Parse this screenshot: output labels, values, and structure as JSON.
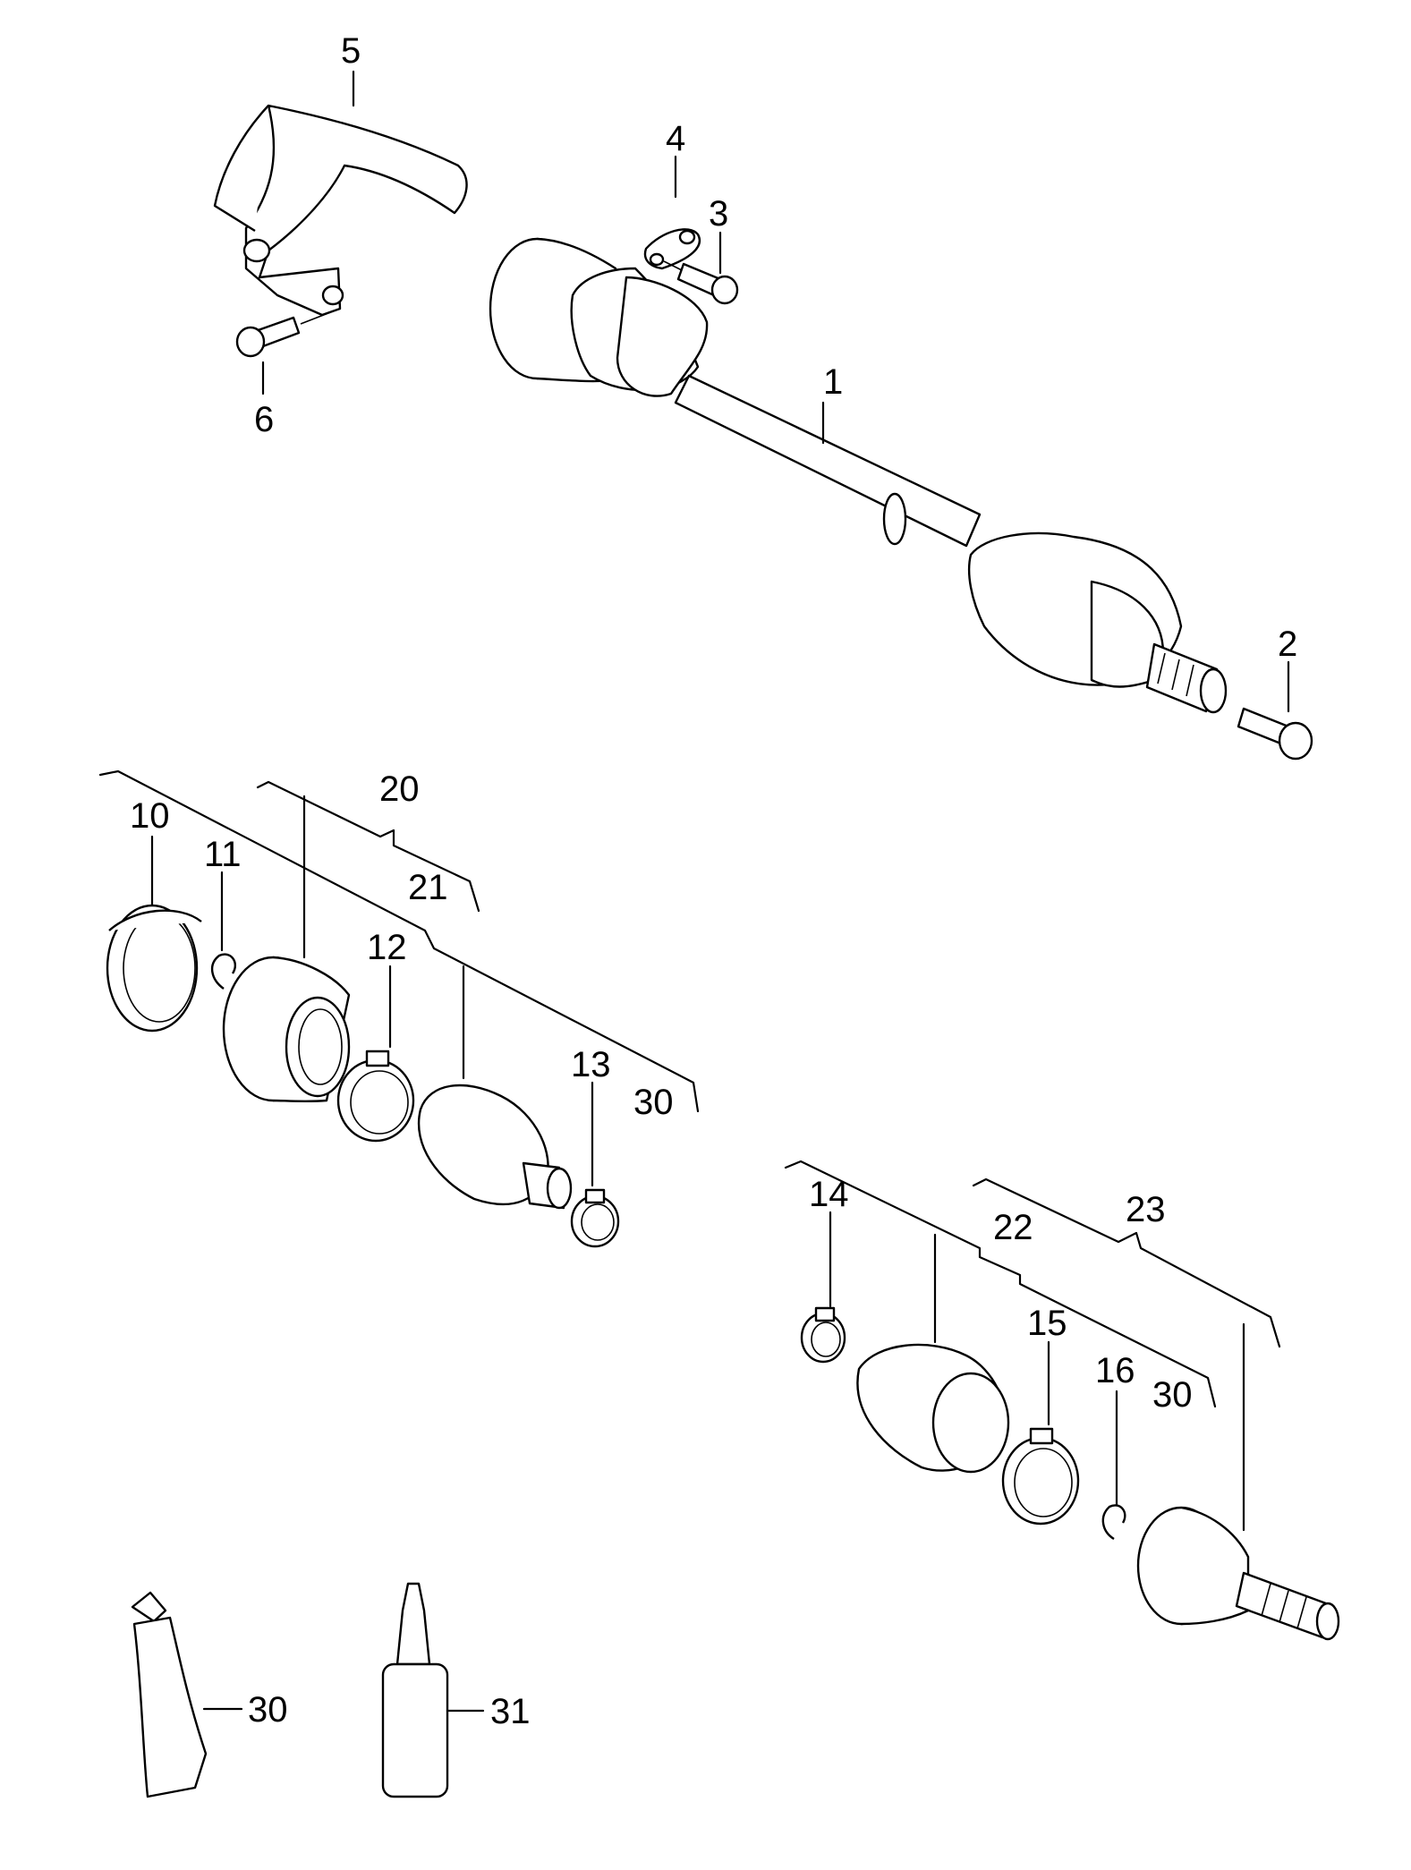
{
  "diagram": {
    "callouts": {
      "c1": "1",
      "c2": "2",
      "c3": "3",
      "c4": "4",
      "c5": "5",
      "c6": "6",
      "c10": "10",
      "c11": "11",
      "c12": "12",
      "c13": "13",
      "c14": "14",
      "c15": "15",
      "c16": "16",
      "c20": "20",
      "c21": "21",
      "c22": "22",
      "c23": "23",
      "c30a": "30",
      "c30b": "30",
      "c30c": "30",
      "c31": "31"
    }
  }
}
